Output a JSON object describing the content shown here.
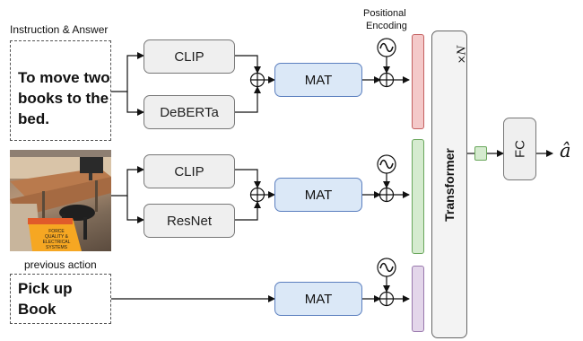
{
  "labels": {
    "instruction_answer": "Instruction & Answer",
    "positional_encoding_line1": "Positional",
    "positional_encoding_line2": "Encoding",
    "previous_action": "previous action",
    "times_n": "×N"
  },
  "instruction_text": [
    "To move two",
    "books to the",
    "bed."
  ],
  "previous_action_text": "Pick up Book",
  "encoders": {
    "clip_text": "CLIP",
    "deberta": "DeBERTa",
    "clip_image": "CLIP",
    "resnet": "ResNet"
  },
  "mat_label": "MAT",
  "transformer_label": "Transformer",
  "fc_label": "FC",
  "output_label": "â",
  "book_cover_text": [
    "FORCE",
    "QUALITY &",
    "ELECTRICAL",
    "SYSTEMS"
  ],
  "colors": {
    "text_bar": "#f4c9c9",
    "text_bar_border": "#c46060",
    "image_bar": "#d5ebcf",
    "image_bar_border": "#6aa75c",
    "action_bar": "#e3d6ea",
    "action_bar_border": "#9978ad",
    "mat_fill": "#dbe8f7",
    "mat_border": "#5b7fbf"
  }
}
